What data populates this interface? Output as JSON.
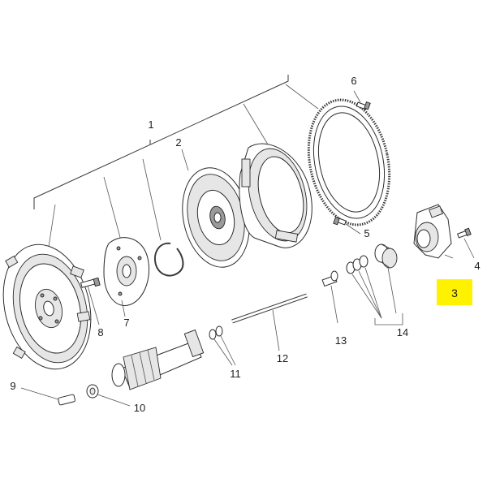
{
  "diagram": {
    "highlight_color": "#fff200",
    "callouts": {
      "c1": "1",
      "c2": "2",
      "c3": "3",
      "c4": "4",
      "c5": "5",
      "c6": "6",
      "c7": "7",
      "c8": "8",
      "c9": "9",
      "c10": "10",
      "c11": "11",
      "c12": "12",
      "c13": "13",
      "c14": "14"
    }
  }
}
